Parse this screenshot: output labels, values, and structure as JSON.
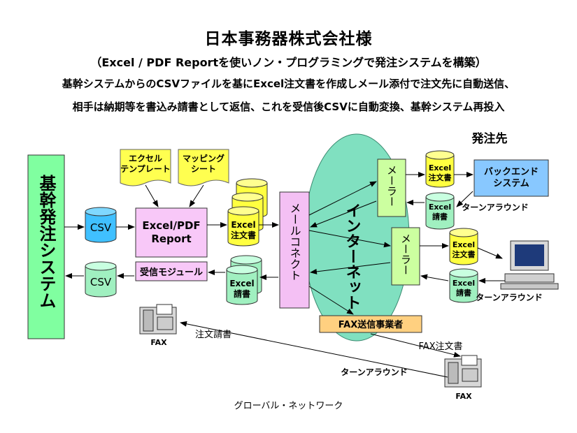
{
  "header": {
    "title": "日本事務器株式会社様",
    "subtitle": "（Excel / PDF Reportを使いノン・プログラミングで発注システムを構築）",
    "description_line1": "基幹システムからのCSVファイルを基にExcel注文書を作成しメール添付で注文先に自動送信、",
    "description_line2": "相手は納期等を書込み請書として返信、これを受信後CSVに自動変換、基幹システム再投入"
  },
  "diagram": {
    "core_system": "基幹発注システム",
    "csv_in": "CSV",
    "csv_out": "CSV",
    "excel_template": "エクセル\nテンプレート",
    "mapping_sheet": "マッピング\nシート",
    "report_engine": "Excel/PDF\nReport",
    "receive_module": "受信モジュール",
    "order_doc_label": "Excel\n注文書",
    "reply_doc_label": "Excel\n請書",
    "mail_connect": "メールコネクト",
    "internet": "インターネット",
    "mailer": "メーラー",
    "supplier_heading": "発注先",
    "backend_system": "バックエンド\nシステム",
    "turnaround": "ターンアラウンド",
    "fax_provider": "FAX送信事業者",
    "fax_order_label": "FAX注文書",
    "fax_reply_label": "注文請書",
    "fax_device": "FAX"
  },
  "footer": {
    "caption": "グローバル・ネットワーク"
  },
  "colors": {
    "core_green": "#80ffa0",
    "report_pink": "#f8c8f8",
    "mail_connect_pink": "#f4c0f4",
    "internet_teal": "#80e0c0",
    "mailer_green": "#ccffa0",
    "cylinder_yellow": "#ffff40",
    "cylinder_cyan": "#40c0ff",
    "cylinder_green": "#a0f0c0",
    "backend_blue": "#88c8ff",
    "fax_provider_orange": "#ffd080",
    "note_yellow": "#ffff50"
  }
}
